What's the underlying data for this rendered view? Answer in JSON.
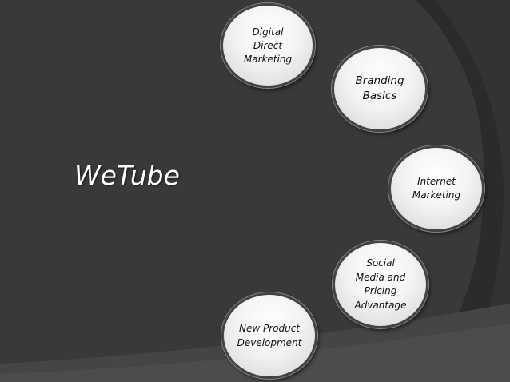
{
  "slide": {
    "title": "WeTube"
  },
  "nodes": [
    {
      "label": "Digital\nDirect\nMarketing"
    },
    {
      "label": "Branding\nBasics"
    },
    {
      "label": "Internet\nMarketing"
    },
    {
      "label": "Social\nMedia and\nPricing\nAdvantage"
    },
    {
      "label": "New Product\nDevelopment"
    }
  ],
  "colors": {
    "background": "#393939",
    "arc_dark": "#2c2c2c",
    "arc_light": "#4a4a4a",
    "node_fill": "#f4f4f4",
    "node_border": "#444444",
    "title_text": "#ffffff"
  }
}
